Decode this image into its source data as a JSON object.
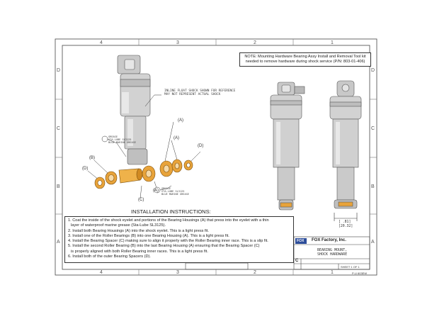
{
  "zones": {
    "columns": [
      "4",
      "3",
      "2",
      "1"
    ],
    "rows": [
      "D",
      "C",
      "B",
      "A"
    ]
  },
  "note": "NOTE: Mounting Hardware Bearing Assy Install and Removal Tool kit needed to remove hardware during shock service (P/N: 803-01-406)",
  "overlay_note": [
    "INLINE FLOAT SHOCK SHOWN FOR REFERENCE",
    "MAY NOT REPRESENT ACTUAL SHOCK"
  ],
  "grease_note": [
    "GREASE",
    "STA-LUBE SL3125",
    "BLUE MARINE GREASE"
  ],
  "callouts": {
    "a": "(A)",
    "b": "(B)",
    "c": "(C)",
    "d": "(D)"
  },
  "instructions": {
    "title": "INSTALLATION INSTRUCTIONS:",
    "steps": [
      "1. Coat the inside of the shock eyelet and portions of the Bearing Housings (A) that press into the eyelet with a thin",
      "layer of waterproof marine grease (Sta-Lube SL3125).",
      "2. Install both Bearing Housings (A) into the shock eyelet. This is a light press fit.",
      "3. Install one of the Roller Bearings (B) into one Bearing Housing (A). This is a light press fit.",
      "4. Install the Bearing Spacer (C) making sure to align it properly with the Roller Bearing inner race. This is a slip fit.",
      "5. Install the second Roller Bearing (B) into the last Bearing Housing (A) ensuring that the Bearing Spacer (C)",
      "is properly aligned with both Roller Bearing inner races. This is a light press fit.",
      "6. Install both of the outer Bearing Spacers (D)."
    ]
  },
  "dimension": [
    "[ .81]",
    "[20.32]"
  ],
  "title_block": {
    "company": "FOX Factory, Inc.",
    "logo": "FOX",
    "title": [
      "BEARING MOUNT,",
      "SHOCK HARDWARE"
    ],
    "size": "C",
    "sheet": "SHEET 1 OF 1",
    "drawing_no": "P-U 603EW"
  },
  "colors": {
    "bearing": "#e8a33a",
    "bearing_dark": "#b07416",
    "line": "#333333"
  }
}
